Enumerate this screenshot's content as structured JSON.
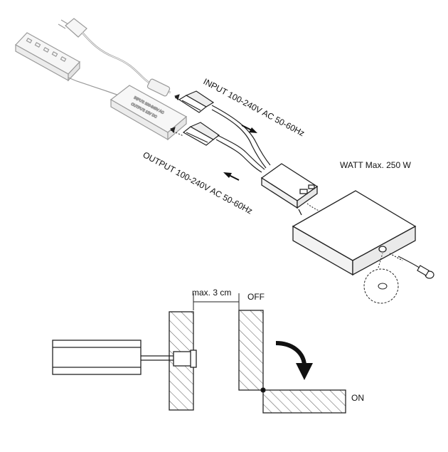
{
  "labels": {
    "input": "INPUT 100-240V AC 50-60Hz",
    "output": "OUTPUT 100-240V AC 50-60Hz",
    "watt": "WATT Max. 250 W",
    "distance": "max. 3 cm",
    "off": "OFF",
    "on": "ON"
  },
  "device_label": {
    "line1": "INPUT: 100-240V AC",
    "line2": "OUTPUT: 12V DC"
  },
  "colors": {
    "line": "#222222",
    "light_line": "#9a9a9a",
    "hatch": "#555555"
  }
}
